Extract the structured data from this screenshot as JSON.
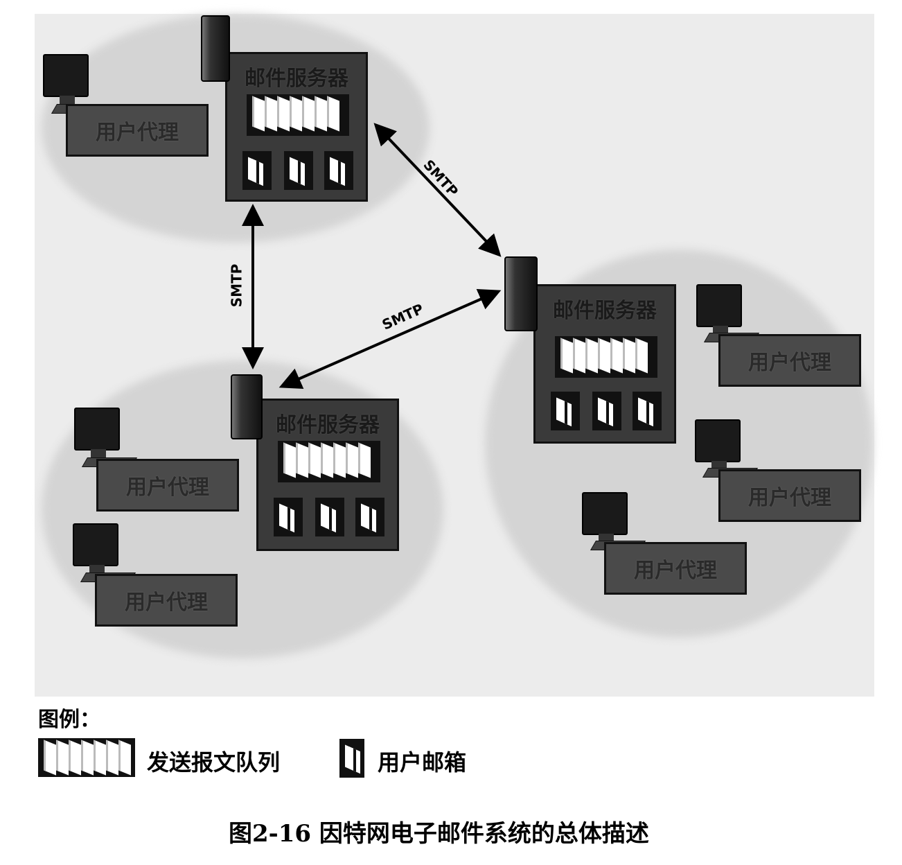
{
  "servers": [
    {
      "label": "邮件服务器"
    },
    {
      "label": "邮件服务器"
    },
    {
      "label": "邮件服务器"
    }
  ],
  "user_agents": [
    "用户代理",
    "用户代理",
    "用户代理",
    "用户代理",
    "用户代理",
    "用户代理"
  ],
  "links": [
    {
      "label": "SMTP"
    },
    {
      "label": "SMTP"
    },
    {
      "label": "SMTP"
    }
  ],
  "legend": {
    "title": "图例：",
    "queue": "发送报文队列",
    "mailbox": "用户邮箱"
  },
  "caption": "图2-16  因特网电子邮件系统的总体描述"
}
